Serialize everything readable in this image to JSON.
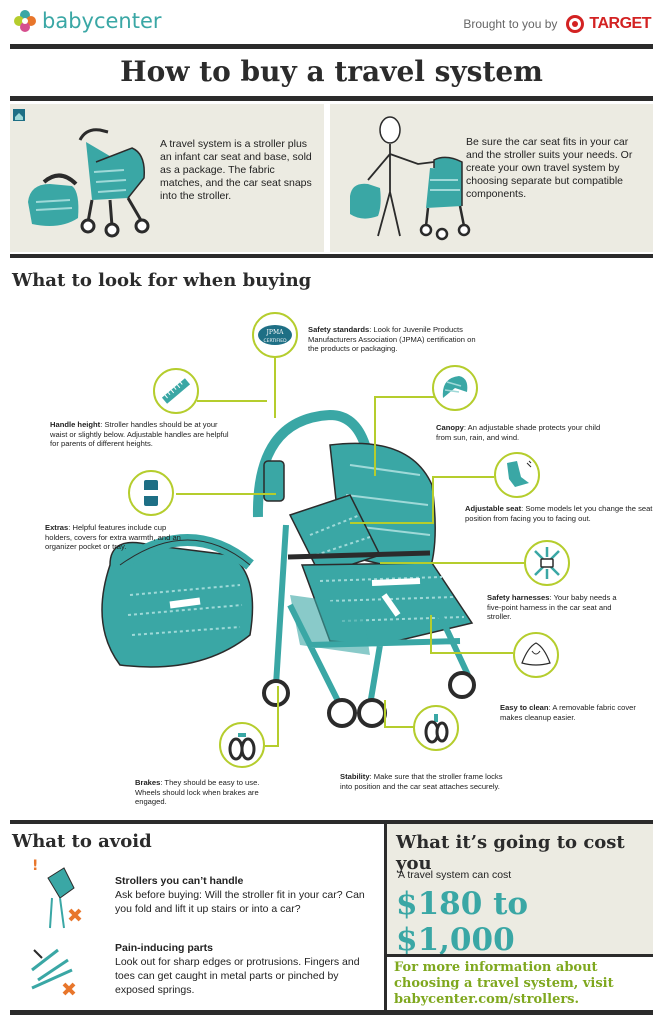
{
  "header": {
    "logo_text": "babycenter",
    "brought_by": "Brought to you by",
    "sponsor": "TARGET"
  },
  "title": "How to buy a travel system",
  "intro": {
    "left": "A travel system is a stroller plus an infant car seat and base, sold as a package. The fabric matches, and the car seat snaps into the stroller.",
    "right": "Be sure the car seat fits in your car and the stroller suits your needs. Or create your own travel system by choosing separate but compatible components."
  },
  "look_for": {
    "heading": "What to look for when buying",
    "features": [
      {
        "name": "Safety standards",
        "text": ": Look for Juvenile Products Manufacturers Association (JPMA) certification on the products or packaging."
      },
      {
        "name": "Handle height",
        "text": ": Stroller handles should be at your waist or slightly below. Adjustable handles are helpful for parents of different heights."
      },
      {
        "name": "Canopy",
        "text": ": An adjustable shade protects your child from sun, rain, and wind."
      },
      {
        "name": "Adjustable seat",
        "text": ": Some models let you change the seat position from facing you to facing out."
      },
      {
        "name": "Extras",
        "text": ": Helpful features include cup holders, covers for extra warmth, and an organizer pocket or tray."
      },
      {
        "name": "Safety harnesses",
        "text": ": Your baby needs a five-point harness in the car seat and stroller."
      },
      {
        "name": "Easy to clean",
        "text": ": A removable fabric cover makes cleanup easier."
      },
      {
        "name": "Brakes",
        "text": ": They should be easy to use. Wheels should lock when brakes are engaged."
      },
      {
        "name": "Stability",
        "text": ": Make sure that the stroller frame locks into position and the car seat attaches securely."
      }
    ],
    "jpma_top": "JPMA",
    "jpma_bottom": "CERTIFIED"
  },
  "avoid": {
    "heading": "What to avoid",
    "items": [
      {
        "title": "Strollers you can’t handle",
        "text": "Ask before buying: Will the stroller fit in your car? Can you fold and lift it up stairs or into a car?"
      },
      {
        "title": "Pain-inducing parts",
        "text": "Look out for sharp edges or protrusions. Fingers and toes can get caught in metal parts or pinched by exposed springs."
      }
    ]
  },
  "cost": {
    "heading": "What it’s going to cost you",
    "lead": "A travel system can cost",
    "price": "$180 to $1,000"
  },
  "more_info": "For more information about choosing a travel system, visit babycenter.com/strollers.",
  "colors": {
    "teal": "#3aa7a5",
    "lime": "#b5cd2d",
    "dark": "#2b2b2b",
    "panel": "#ecebe2",
    "red": "#d32222",
    "orange": "#e8762b"
  }
}
